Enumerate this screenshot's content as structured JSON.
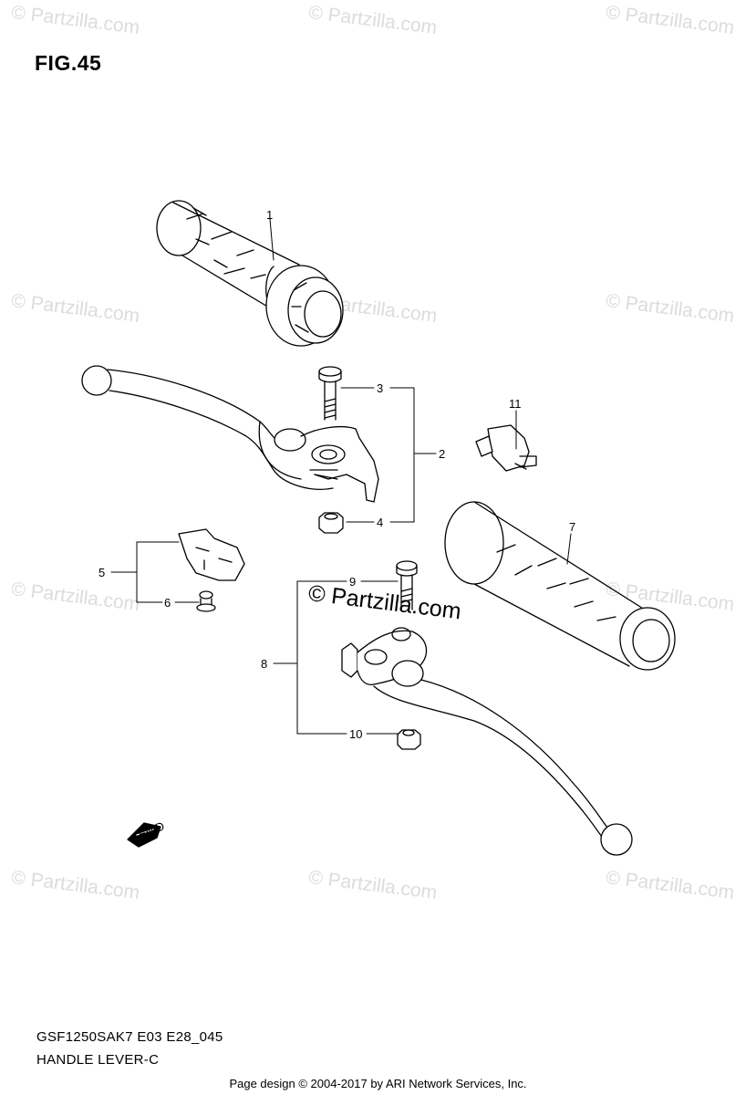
{
  "figure_title": "FIG.45",
  "watermark_text": "© Partzilla.com",
  "center_watermark": "© Partzilla.com",
  "callouts": {
    "c1": "1",
    "c2": "2",
    "c3": "3",
    "c4": "4",
    "c5": "5",
    "c6": "6",
    "c7": "7",
    "c8": "8",
    "c9": "9",
    "c10": "10",
    "c11": "11"
  },
  "fwd_label": "FWD",
  "diagram_code": "GSF1250SAK7 E03 E28_045",
  "diagram_name": "HANDLE LEVER-C",
  "footer": "Page design © 2004-2017 by ARI Network Services, Inc.",
  "colors": {
    "line": "#000000",
    "watermark": "#dcdcdc",
    "background": "#ffffff"
  }
}
